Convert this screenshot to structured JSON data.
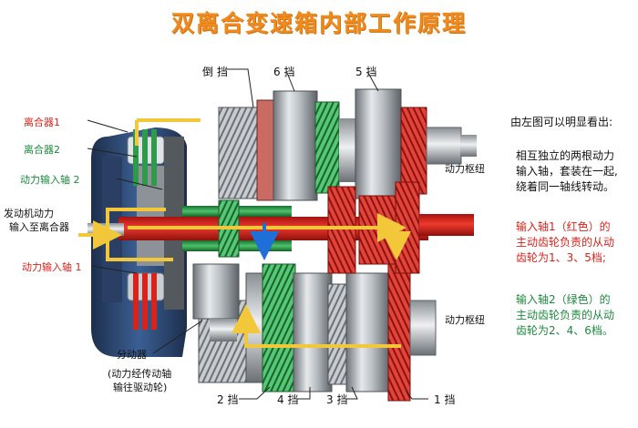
{
  "title": "双离合变速箱内部工作原理",
  "labels": {
    "clutch1": "离合器1",
    "clutch2": "离合器2",
    "input_shaft2": "动力输入轴 2",
    "engine_power": [
      "发动机动力",
      "输入至离合器"
    ],
    "input_shaft1": "动力输入轴 1",
    "transfer_case": "分动器",
    "transfer_note": [
      "(动力经传动轴",
      "输往驱动轮)"
    ],
    "output_frame_top": "动力枢纽",
    "output_frame_bottom": "动力枢纽"
  },
  "gears": {
    "reverse": "倒 挡",
    "g6": "6 挡",
    "g5": "5 挡",
    "g2": "2 挡",
    "g4": "4 挡",
    "g3": "3 挡",
    "g1": "1 挡"
  },
  "explanation": {
    "intro": "由左图可以明显看出:",
    "body": [
      "相互独立的两根动力",
      "输入轴，套装在一起,",
      "绕着同一轴线转动。"
    ],
    "red_text": [
      "输入轴1（红色）的",
      "主动齿轮负责的从动",
      "齿轮为1、3、5档;"
    ],
    "green_text": [
      "输入轴2（绿色）的",
      "主动齿轮负责的从动",
      "齿轮为2、4、6档。"
    ]
  },
  "colors": {
    "title": "#f08a1c",
    "red_shaft": "#d8231c",
    "green_shaft": "#2f9a4a",
    "flow_arrow": "#f2c83a",
    "blue_arrow": "#1f6fd8"
  }
}
